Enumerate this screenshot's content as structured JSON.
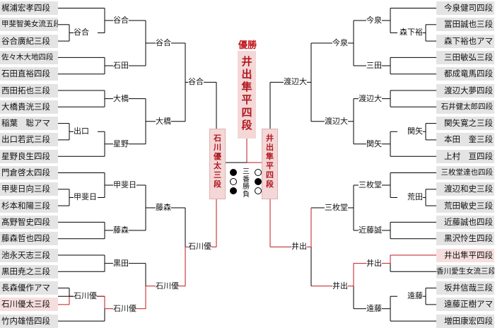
{
  "champion": {
    "title": "優勝",
    "name_chars": [
      "井",
      "出",
      "隼",
      "平",
      "四",
      "段"
    ]
  },
  "finalists": {
    "left_chars": [
      "石",
      "川",
      "優",
      "太",
      "三",
      "段"
    ],
    "right_chars": [
      "井",
      "出",
      "隼",
      "平",
      "四",
      "段"
    ],
    "format_chars": [
      "三",
      "番",
      "勝",
      "負"
    ]
  },
  "colors": {
    "win_line": "#c0181f",
    "line": "#000000",
    "player_bg": "#e4e4e4",
    "winner_bg": "#f7dede"
  },
  "left_players": [
    "梶浦宏孝四段",
    "甲斐智美女流五段",
    "谷合廣紀三段",
    "佐々木大地四段",
    "石田直裕四段",
    "西田拓也三段",
    "大橋貴洸三段",
    "稲葉　聡アマ",
    "出口若武三段",
    "星野良生四段",
    "門倉啓太四段",
    "甲斐日向三段",
    "杉本和陽三段",
    "髙野智史四段",
    "藤森哲也四段",
    "池永天志三段",
    "黒田尭之三段",
    "長森優作アマ",
    "石川優太三段",
    "竹内雄悟四段"
  ],
  "right_players": [
    "今泉健司四段",
    "冨田誠也三段",
    "森下裕也アマ",
    "三田敏弘三段",
    "都成竜馬四段",
    "渡辺大夢四段",
    "石井健太郎四段",
    "関矢寛之三段",
    "本田　奎三段",
    "上村　亘四段",
    "三枚堂達也四段",
    "渡辺和史三段",
    "荒田敏史三段",
    "近藤誠也四段",
    "黒沢怜生四段",
    "井出隼平四段",
    "香川愛生女流三段",
    "坂井信哉三段",
    "遠藤正樹アマ",
    "増田康宏四段"
  ],
  "left_rounds": {
    "r1": [
      "谷合",
      "出口",
      "甲斐日",
      "石川優"
    ],
    "r2": [
      "谷合",
      "石田",
      "大橋",
      "星野",
      "甲斐日",
      "藤森",
      "黒田",
      "石川優"
    ],
    "r3": [
      "谷合",
      "大橋",
      "藤森",
      "石川優"
    ],
    "r4": [
      "谷合",
      "石川優"
    ]
  },
  "right_rounds": {
    "r1": [
      "森下裕",
      "関矢",
      "荒田",
      "遠藤"
    ],
    "r2": [
      "今泉",
      "三田",
      "渡辺大",
      "関矢",
      "三枚堂",
      "近藤誠",
      "井出",
      "遠藤"
    ],
    "r3": [
      "今泉",
      "渡辺大",
      "三枚堂",
      "井出"
    ],
    "r4": [
      "渡辺大",
      "井出"
    ]
  },
  "final_results": {
    "left": [
      "win",
      "loss",
      "win"
    ],
    "right": [
      "loss",
      "win",
      "loss"
    ]
  }
}
